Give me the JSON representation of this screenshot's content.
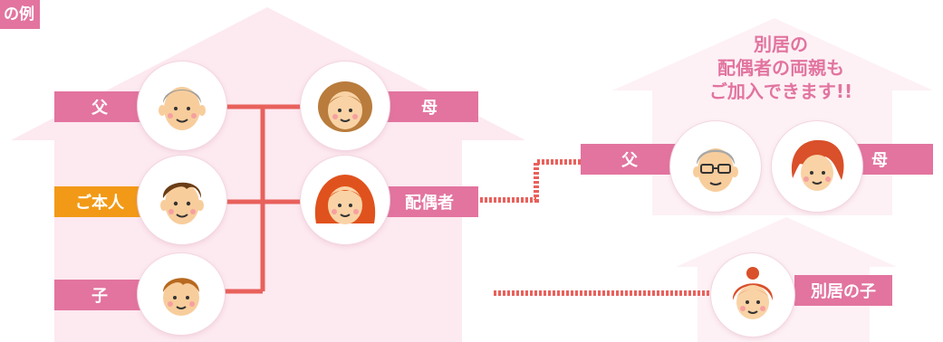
{
  "caption": "の例",
  "note": [
    "別居の",
    "配偶者の両親も",
    "ご加入できます!!"
  ],
  "labels": {
    "father": "父",
    "mother": "母",
    "self": "ご本人",
    "spouse": "配偶者",
    "child": "子",
    "spouse_father": "父",
    "spouse_mother": "母",
    "separate_child": "別居の子"
  },
  "colors": {
    "house_main": "#fde9f0",
    "house_light": "#fdf1f5",
    "tag_pink": "#e2749f",
    "tag_orange": "#f29a17",
    "line": "#e9615c"
  },
  "icons": {
    "father": "grandfather-face-icon",
    "mother": "grandmother-face-icon",
    "self": "man-face-icon",
    "spouse": "woman-face-icon",
    "child": "child-face-icon",
    "spouse_father": "grandfather-glasses-face-icon",
    "spouse_mother": "old-woman-face-icon",
    "separate_child": "girl-face-icon"
  }
}
